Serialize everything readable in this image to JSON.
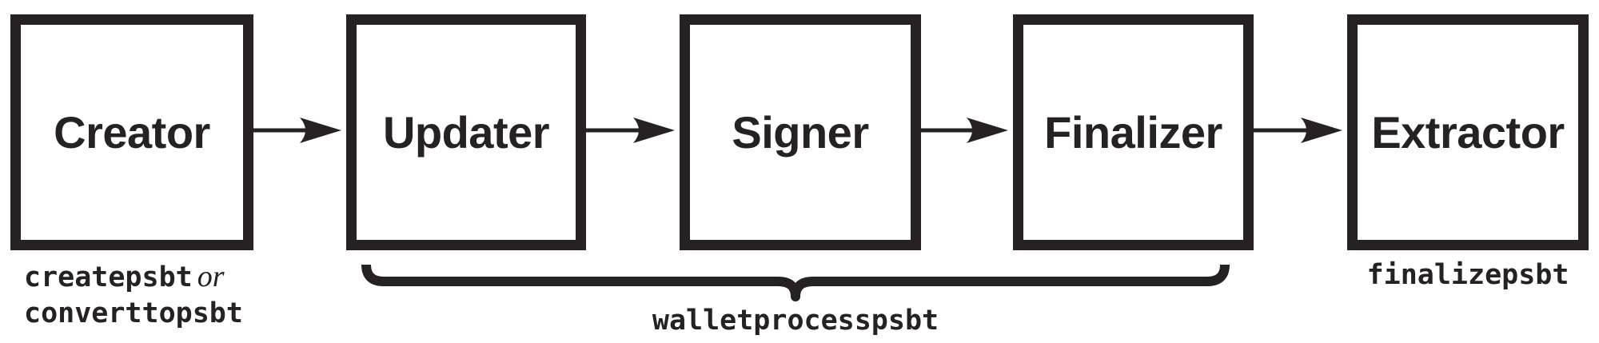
{
  "colors": {
    "ink": "#262223",
    "background": "#ffffff"
  },
  "boxes": [
    {
      "label": "Creator"
    },
    {
      "label": "Updater"
    },
    {
      "label": "Signer"
    },
    {
      "label": "Finalizer"
    },
    {
      "label": "Extractor"
    }
  ],
  "captions": {
    "creator": {
      "code1": "createpsbt",
      "conjunction": "or",
      "code2": "converttopsbt"
    },
    "wallet_process": "walletprocesspsbt",
    "extractor": "finalizepsbt"
  }
}
